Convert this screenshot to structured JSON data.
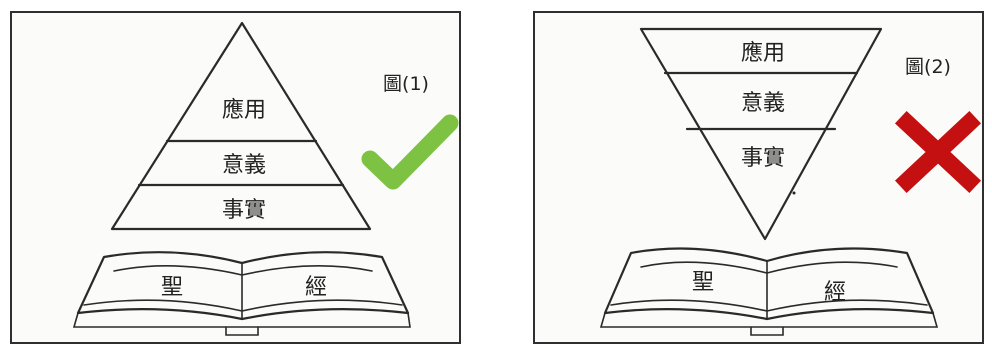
{
  "figure1": {
    "caption": "圖(1)",
    "layers": [
      "應用",
      "意義",
      "事實"
    ],
    "book": {
      "left_page": "聖",
      "right_page": "經"
    },
    "mark": "check",
    "mark_color": "#7dc242"
  },
  "figure2": {
    "caption": "圖(2)",
    "layers": [
      "應用",
      "意義",
      "事實"
    ],
    "book": {
      "left_page": "聖",
      "right_page": "經"
    },
    "mark": "cross",
    "mark_color": "#c41010"
  }
}
